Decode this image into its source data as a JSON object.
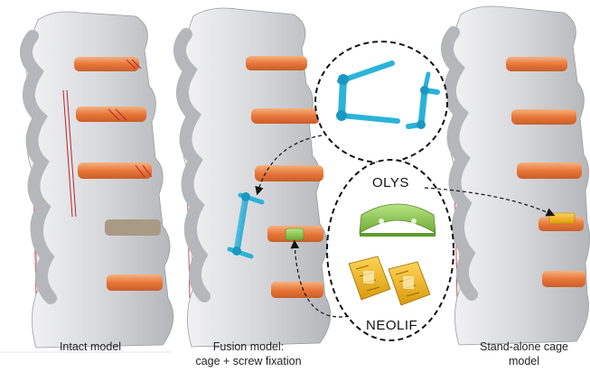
{
  "captions": {
    "intact": "Intact model",
    "fusion_line1": "Fusion model:",
    "fusion_line2": "cage + screw fixation",
    "standalone_line1": "Stand-alone cage",
    "standalone_line2": "model"
  },
  "implant_labels": {
    "olys": "OLYS",
    "neolif": "NEOLIF"
  },
  "colors": {
    "vertebra": "#d9dadd",
    "vertebra_shadow": "#a9abb0",
    "disc": "#e9864a",
    "disc_light": "#f4b183",
    "ligament": "#b3262d",
    "rod": "#2bb3d9",
    "olys_cage": "#8fcf4f",
    "neolif_cage": "#f2b21c",
    "pathological_disc": "#a99a86"
  },
  "icons": {
    "arrow": "dashed-arrow",
    "circle": "dashed-circle"
  }
}
